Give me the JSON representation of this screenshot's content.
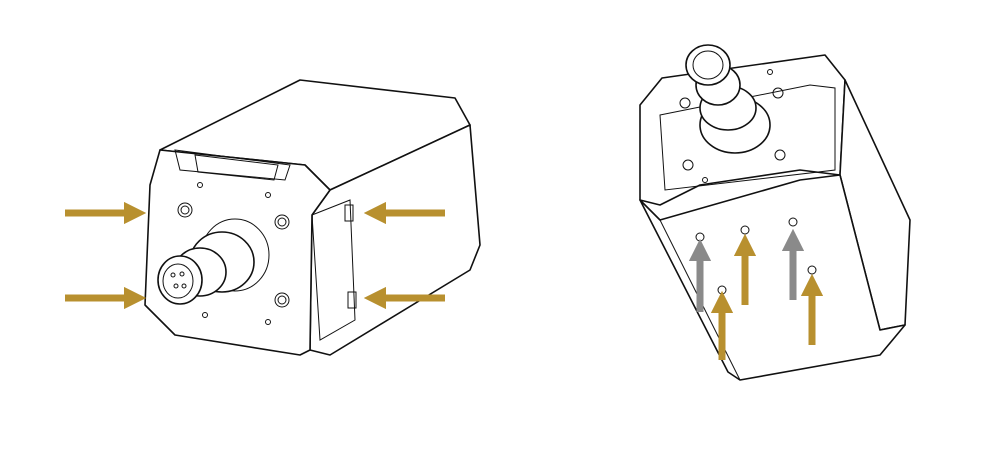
{
  "colors": {
    "gold_arrow": "#b8902f",
    "gray_arrow": "#8a8a8a",
    "line": "#111111",
    "background": "#ffffff"
  },
  "views": [
    {
      "name": "front-view",
      "arrows": [
        {
          "color": "gold",
          "direction": "right"
        },
        {
          "color": "gold",
          "direction": "right"
        },
        {
          "color": "gold",
          "direction": "left"
        },
        {
          "color": "gold",
          "direction": "left"
        }
      ]
    },
    {
      "name": "bottom-view",
      "arrows": [
        {
          "color": "gray",
          "direction": "up"
        },
        {
          "color": "gold",
          "direction": "up"
        },
        {
          "color": "gray",
          "direction": "up"
        },
        {
          "color": "gold",
          "direction": "up"
        },
        {
          "color": "gold",
          "direction": "up"
        }
      ]
    }
  ]
}
